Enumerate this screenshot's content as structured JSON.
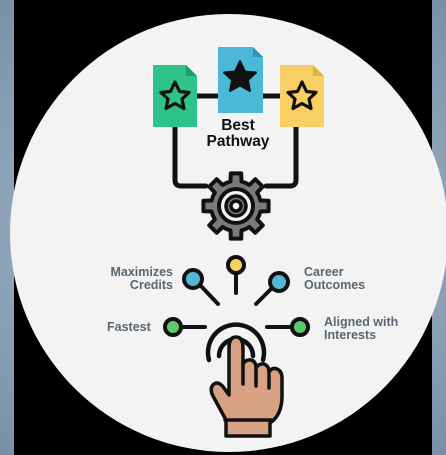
{
  "diagram": {
    "title_line1": "Best",
    "title_line2": "Pathway",
    "labels": {
      "maximizes_line1": "Maximizes",
      "maximizes_line2": "Credits",
      "career_line1": "Career",
      "career_line2": "Outcomes",
      "fastest": "Fastest",
      "aligned_line1": "Aligned with",
      "aligned_line2": "Interests"
    },
    "icons": [
      "star-document-icon",
      "gear-icon",
      "touch-hand-icon"
    ]
  },
  "colors": {
    "green": "#2ec38a",
    "blue": "#4bb8d8",
    "yellow": "#f8cf63",
    "node_blue": "#53b6d6",
    "node_green": "#5ec968",
    "gear": "#7a7a7a",
    "skin": "#d9a184",
    "circle_bg": "#f3f3f3"
  }
}
